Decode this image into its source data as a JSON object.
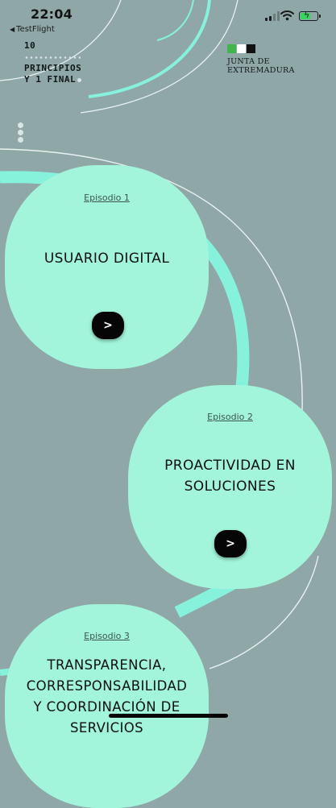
{
  "status_bar": {
    "time": "22:04",
    "back_app": "TestFlight",
    "back_arrow": "◀"
  },
  "branding": {
    "line1": "10",
    "line2": "PRINCIPIOS",
    "line3": "Y 1 FINAL",
    "government": "JUNTA DE EXTREMADURA",
    "flag_colors": [
      "#3fb54a",
      "#ffffff",
      "#111111"
    ]
  },
  "colors": {
    "background": "#8fa7a6",
    "card": "#a2f5da",
    "arc_accent": "#86f2dc",
    "button": "#060606"
  },
  "episodes": [
    {
      "label": "Episodio 1",
      "title": "USUARIO DIGITAL",
      "button": ">"
    },
    {
      "label": "Episodio 2",
      "title_line1": "PROACTIVIDAD EN",
      "title_line2": "SOLUCIONES",
      "button": ">"
    },
    {
      "label": "Episodio 3",
      "title_line1": "TRANSPARENCIA,",
      "title_line2": "CORRESPONSABILIDAD",
      "title_line3": "Y COORDINACIÓN DE",
      "title_line4": "SERVICIOS"
    }
  ]
}
